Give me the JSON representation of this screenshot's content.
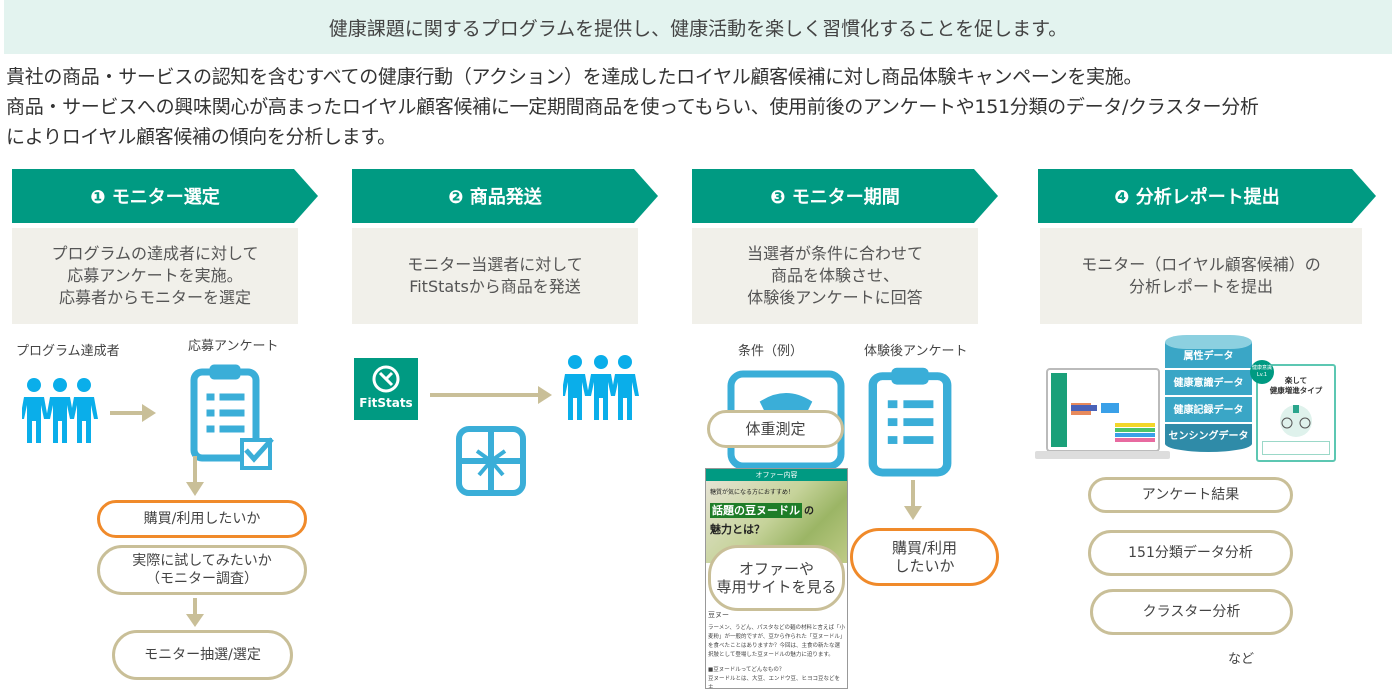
{
  "banner": "健康課題に関するプログラムを提供し、健康活動を楽しく習慣化することを促します。",
  "intro": [
    "貴社の商品・サービスの認知を含むすべての健康行動（アクション）を達成したロイヤル顧客候補に対し商品体験キャンペーンを実施。",
    "商品・サービスへの興味関心が高まったロイヤル顧客候補に一定期間商品を使ってもらい、使用前後のアンケートや151分類のデータ/クラスター分析",
    "によりロイヤル顧客候補の傾向を分析します。"
  ],
  "steps": [
    {
      "title": "❶ モニター選定",
      "desc": "プログラムの達成者に対して\n応募アンケートを実施。\n応募者からモニターを選定"
    },
    {
      "title": "❷ 商品発送",
      "desc": "モニター当選者に対して\nFitStatsから商品を発送"
    },
    {
      "title": "❸ モニター期間",
      "desc": "当選者が条件に合わせて\n商品を体験させ、\n体験後アンケートに回答"
    },
    {
      "title": "❹ 分析レポート提出",
      "desc": "モニター（ロイヤル顧客候補）の\n分析レポートを提出"
    }
  ],
  "step1": {
    "achievers_label": "プログラム達成者",
    "survey_label": "応募アンケート",
    "pills": [
      "購買/利用したいか",
      "実際に試してみたいか\n（モニター調査）",
      "モニター抽選/選定"
    ]
  },
  "step2": {
    "logo_text": "FitStats"
  },
  "step3": {
    "conditions_label": "条件（例）",
    "post_survey_label": "体験後アンケート",
    "weigh_pill": "体重測定",
    "offer_pill": "オファーや\n専用サイトを見る",
    "purchase_pill": "購買/利用\nしたいか",
    "phone": {
      "header": "オファー内容",
      "kicker": "糖質が気になる方におすすめ！",
      "headline1": "話題の豆ヌードル",
      "headline_no": "の",
      "headline2": "魅力とは？",
      "section": "豆ヌー",
      "body": "ラーメン、うどん、パスタなどの麺の材料と言えば「小麦粉」が一般的ですが、豆から作られた「豆ヌードル」を食べたことはありますか？今回は、主食の新たな選択肢として登場した豆ヌードルの魅力に迫ります。",
      "q": "■豆ヌードルってどんなもの？",
      "a": "豆ヌードルとは、大豆、エンドウ豆、ヒヨコ豆などを主"
    }
  },
  "step4": {
    "db_layers": [
      "属性データ",
      "健康意識データ",
      "健康記録データ",
      "センシングデータ"
    ],
    "report_badge": "健康意識 Lv.1",
    "report_title": "楽して\n健康増進タイプ",
    "pills": [
      "アンケート結果",
      "151分類データ分析",
      "クラスター分析"
    ],
    "etc": "など"
  },
  "colors": {
    "green": "#009a82",
    "blue": "#3aaed8",
    "people": "#0aaeea",
    "tan": "#c9bf98",
    "orange": "#f08a2a"
  }
}
